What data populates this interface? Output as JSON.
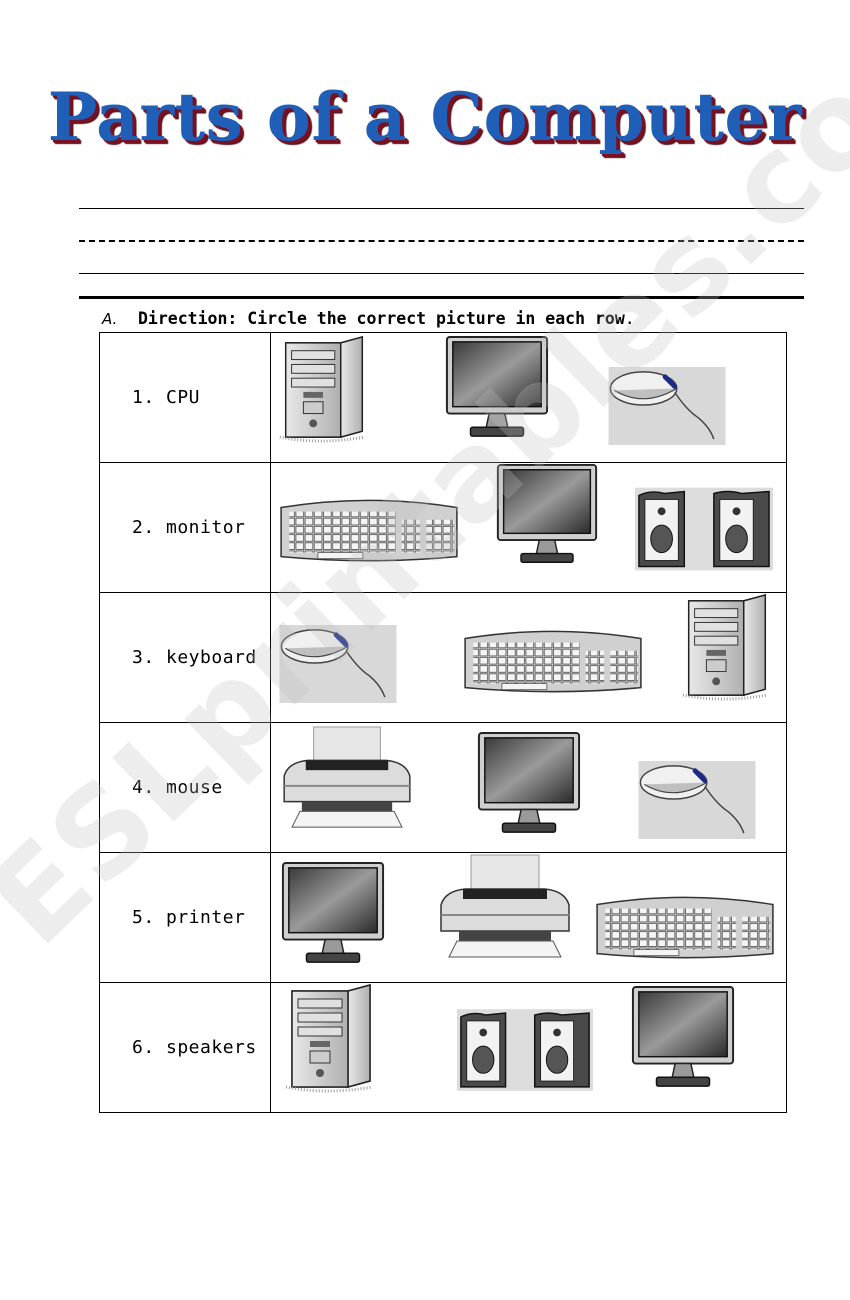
{
  "title": "Parts of a Computer",
  "section": {
    "letter": "A.",
    "direction": "Direction: Circle the correct picture in each row",
    "period": "."
  },
  "rows": [
    {
      "label": "1.  CPU",
      "pictures": [
        "cpu-tower-icon",
        "monitor-icon",
        "mouse-icon"
      ]
    },
    {
      "label": "2. monitor",
      "pictures": [
        "keyboard-icon",
        "monitor-icon",
        "speakers-icon"
      ]
    },
    {
      "label": "3. keyboard",
      "pictures": [
        "mouse-icon",
        "keyboard-icon",
        "cpu-tower-icon"
      ]
    },
    {
      "label": "4. mouse",
      "pictures": [
        "printer-icon",
        "monitor-icon",
        "mouse-icon"
      ]
    },
    {
      "label": "5. printer",
      "pictures": [
        "monitor-icon",
        "printer-icon",
        "keyboard-icon"
      ]
    },
    {
      "label": "6. speakers",
      "pictures": [
        "cpu-tower-icon",
        "speakers-icon",
        "monitor-icon"
      ]
    }
  ],
  "watermark": "ESLprintables.com",
  "colors": {
    "title": "#1f5fb8",
    "title_shadow": "#7a1020"
  }
}
